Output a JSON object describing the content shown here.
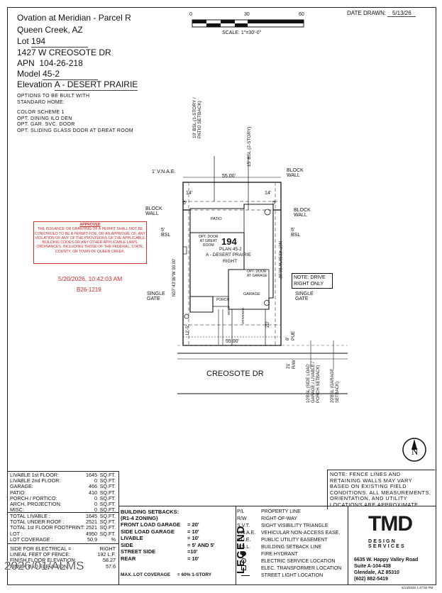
{
  "header": {
    "community": "Ovation at Meridian - Parcel R",
    "city": "Queen Creek, AZ",
    "lot_label": "Lot",
    "lot_value": "194",
    "address": "1427 W CREOSOTE DR",
    "apn_label": "APN",
    "apn_value": "104-26-218",
    "model_label": "Model",
    "model_value": "45-2",
    "elevation_label": "Elevation",
    "elevation_value": "A - DESERT PRAIRIE"
  },
  "options": {
    "title_line1": "OPTIONS TO BE BUILT WITH",
    "title_line2": "STANDARD HOME:",
    "items": [
      "COLOR SCHEME 1",
      "OPT. DINING ILO DEN",
      "OPT. GAR. SVC. DOOR",
      "OPT. SLIDING GLASS DOOR AT GREAT ROOM"
    ]
  },
  "scale": {
    "tick0": "0",
    "tick30": "30",
    "tick60": "60",
    "label": "SCALE: 1\"=30'-0\""
  },
  "date_drawn": {
    "label": "DATE DRAWN:",
    "value": "5/13/26"
  },
  "approval": {
    "title": "APPROVED",
    "text": "THE ISSUANCE OR GRANTING OF A PERMIT SHALL NOT BE CONSTRUED TO BE A PERMIT FOR, OR AN APPROVAL OF, ANY VIOLATION OF ANY OF THE PROVISIONS OF THE APPLICABLE BUILDING CODES OR ANY OTHER APPLICABLE LAWS, ORDINANCES, INCLUDING THOSE OF THE FEDERAL, STATE, COUNTY, OR TOWN OF QUEEN CREEK.",
    "timestamp": "5/20/2026, 10:42:03 AM",
    "permit": "B26-1219"
  },
  "plan": {
    "lot_number": "194",
    "plan_name": "PLAN 45-2",
    "elevation": "A - DESERT PRAIRIE",
    "orientation": "RIGHT",
    "patio": "PATIO",
    "opt_door_great_room": [
      "OPT. DOOR",
      "AT GREAT",
      "ROOM"
    ],
    "opt_door_garage": [
      "OPT. DOOR",
      "AT GARAGE"
    ],
    "garage": "GARAGE",
    "porch": "PORCH",
    "driveway": "DRIVEWAY",
    "walk": "WALK",
    "top_width": "55.00'",
    "bottom_width": "55.00'",
    "left_depth": "N07°43'36\"W 90.00'",
    "right_depth": "N07°43'36\"W 90.00'",
    "street": "CREOSOTE DR",
    "vnae": "1' V.N.A.E.",
    "bsl_rear_left": "10' BSL (1-STORY / PATIO SETBACK)",
    "bsl_rear_right": "15' BSL (2-STORY)",
    "block_wall": "BLOCK WALL",
    "single_gate": "SINGLE GATE",
    "five_bsl": "5' BSL",
    "note_drive": "NOTE: DRIVE RIGHT ONLY",
    "dim_14a": "14'",
    "dim_14b": "14'",
    "dim_5a": "5'",
    "dim_5b": "5'",
    "dim_20": "20'",
    "dim_12": "12'-5\"",
    "dim_8": "8'",
    "pue": "PUE",
    "dim_21": "21'",
    "rw": "R/W",
    "side_load_bsl": "10'BSL (SIDE LOAD GARAGE / LIVABLE / PORCH SETBACK)",
    "garage_setback": "20'BSL (GARAGE SETBACK)",
    "north": "N"
  },
  "stats": [
    {
      "label": "LIVABLE 1st FLOOR:",
      "value": "1645",
      "unit": "SQ.FT."
    },
    {
      "label": "LIVABLE 2nd FLOOR:",
      "value": "0",
      "unit": "SQ.FT."
    },
    {
      "label": "GARAGE:",
      "value": "466",
      "unit": "SQ.FT."
    },
    {
      "label": "PATIO:",
      "value": "410",
      "unit": "SQ.FT."
    },
    {
      "label": "PORCH / PORTICO:",
      "value": "0",
      "unit": "SQ.FT."
    },
    {
      "label": "ARCH. PROJECTION:",
      "value": "0",
      "unit": "SQ.FT."
    },
    {
      "label": "MISC:",
      "value": "0",
      "unit": "SQ.FT."
    }
  ],
  "stats2": [
    {
      "label": "TOTAL LIVABLE :",
      "value": "1645",
      "unit": "SQ.FT."
    },
    {
      "label": "TOTAL UNDER ROOF :",
      "value": "2521",
      "unit": "SQ.FT."
    },
    {
      "label": "TOTAL 1st FLOOR FOOTPRINT:",
      "value": "2521",
      "unit": "SQ.FT."
    },
    {
      "label": "LOT :",
      "value": "4950",
      "unit": "SQ.FT."
    },
    {
      "label": "LOT COVERAGE :",
      "value": "50.9",
      "unit": "%"
    }
  ],
  "stats3": [
    {
      "label": "SIDE FOR ELECTRICAL =",
      "value": "RIGHT"
    },
    {
      "label": "LINEAL FEET OF FENCE:",
      "value": "192 L.F."
    },
    {
      "label": "FINISH FLOOR ELEVATION:",
      "value": "58.27"
    },
    {
      "label": "FINISH PAD ELEVATION:",
      "value": "57.6"
    }
  ],
  "overlay_date": "2026/01/ALMS",
  "setbacks": {
    "title": "BUILDING SETBACKS:",
    "zoning": "(R1-4 ZONING)",
    "rows": [
      {
        "label": "FRONT LOAD GARAGE",
        "value": "= 20'"
      },
      {
        "label": "SIDE LOAD GARAGE",
        "value": "= 10'"
      },
      {
        "label": "LIVABLE",
        "value": "= 10'"
      },
      {
        "label": "SIDE",
        "value": "= 5' AND 5'"
      },
      {
        "label": "STREET SIDE",
        "value": "=10'"
      },
      {
        "label": "REAR",
        "value": "= 10'"
      }
    ],
    "max_coverage": "MAX. LOT COVERAGE",
    "max_value": "= 60% 1-STORY"
  },
  "legend": {
    "title": "LEGEND",
    "rows": [
      {
        "abbr": "P/L",
        "text": "PROPERTY LINE"
      },
      {
        "abbr": "R/W",
        "text": "RIGHT-OF-WAY"
      },
      {
        "abbr": "S.V.T.",
        "text": "SIGHT VISIBILITY TRIANGLE"
      },
      {
        "abbr": "V.N.A.E.",
        "text": "VEHICULAR NON-ACCESS EASE."
      },
      {
        "abbr": "P.U.E.",
        "text": "PUBLIC UTILITY EASEMENT"
      },
      {
        "abbr": "B.S.L.",
        "text": "BUILDING SETBACK LINE"
      },
      {
        "abbr": "",
        "text": "FIRE HYDRANT"
      },
      {
        "abbr": "",
        "text": "ELECTRIC SERVICE LOCATION"
      },
      {
        "abbr": "",
        "text": "ELEC. TRANSFORMER LOCATION"
      },
      {
        "abbr": "",
        "text": "STREET LIGHT LOCATION"
      }
    ]
  },
  "note": "NOTE: FENCE LINES AND RETAINING WALLS MAY VARY BASED ON EXISTING FIELD CONDITIONS. ALL MEASUREMENTS, ORIENTATION, AND UTILITY LOCATIONS ARE APPROXIMATE.",
  "company": {
    "logo": "TMD",
    "tagline": "DESIGN SERVICES",
    "addr1": "6635 W. Happy Valley Road",
    "addr2": "Suite A-104-438",
    "addr3": "Glendale, AZ 85310",
    "phone": "(602) 882-5419"
  },
  "print_stamp": "5/13/2026 1:47:50 PM"
}
